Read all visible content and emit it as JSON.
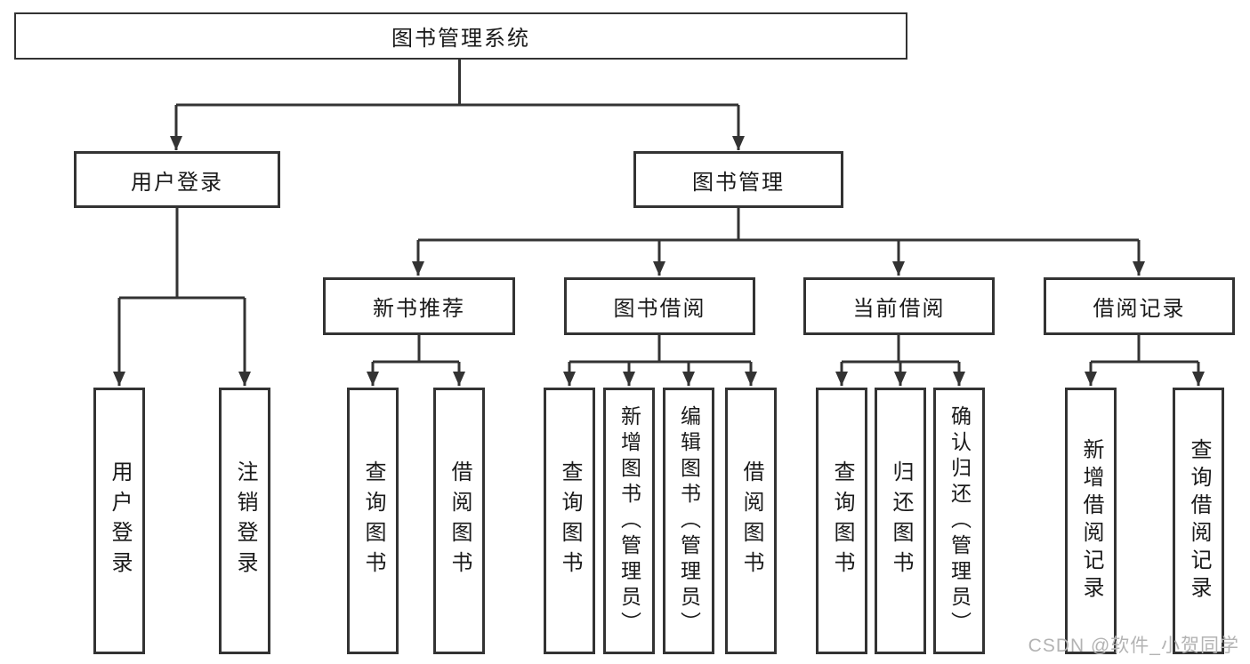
{
  "diagram": {
    "tree": {
      "root": {
        "label": "图书管理系统"
      },
      "level2": [
        {
          "label": "用户登录"
        },
        {
          "label": "图书管理"
        }
      ],
      "level3": [
        {
          "label": "新书推荐"
        },
        {
          "label": "图书借阅"
        },
        {
          "label": "当前借阅"
        },
        {
          "label": "借阅记录"
        }
      ],
      "leaves_user_login": [
        "用户登录",
        "注销登录"
      ],
      "leaves_new_books": [
        "查询图书",
        "借阅图书"
      ],
      "leaves_book_borrow": [
        "查询图书",
        "新增图书（管理员）",
        "编辑图书（管理员）",
        "借阅图书"
      ],
      "leaves_current_borrow": [
        "查询图书",
        "归还图书",
        "确认归还（管理员）"
      ],
      "leaves_borrow_records": [
        "新增借阅记录",
        "查询借阅记录"
      ]
    },
    "colors": {
      "line": "#333333",
      "box_border": "#333333",
      "text": "#1a1a1a",
      "watermark": "#b3b3b3",
      "background": "#ffffff"
    }
  },
  "watermark": {
    "text": "CSDN @软件_小贺同学"
  }
}
